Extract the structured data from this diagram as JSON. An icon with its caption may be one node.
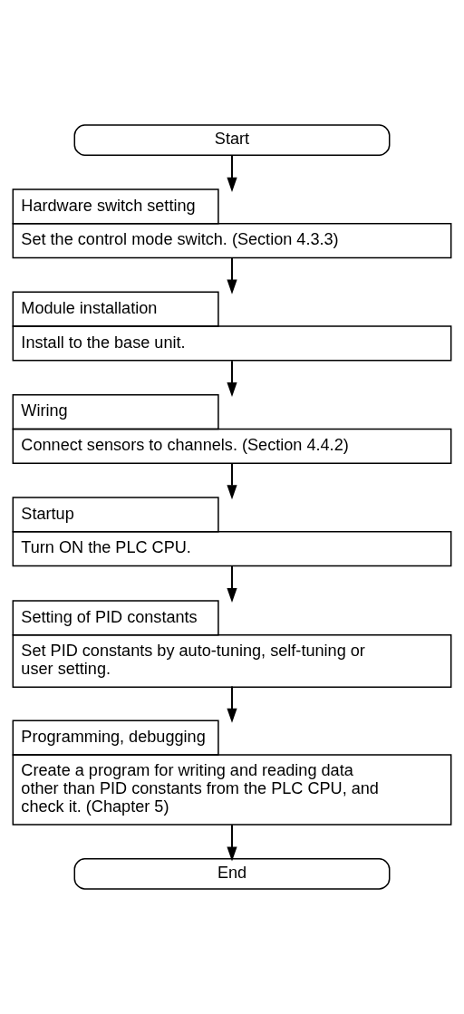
{
  "diagram": {
    "nodes": [
      {
        "text": [
          "Start"
        ]
      },
      {
        "text": [
          "Hardware switch setting",
          "Set the control mode switch. (Section 4.3.3)"
        ]
      },
      {
        "text": [
          "Module installation",
          "Install to the base unit."
        ]
      },
      {
        "text": [
          "Wiring",
          "Connect sensors to channels. (Section 4.4.2)"
        ]
      },
      {
        "text": [
          "Startup",
          "Turn ON the PLC CPU."
        ]
      },
      {
        "text": [
          "Setting of PID constants",
          "Set PID constants by auto-tuning, self-tuning or user setting."
        ]
      },
      {
        "text": [
          "Programming, debugging",
          "Create a program for writing and reading data other than PID constants from the PLC CPU, and check it. (Chapter 5)"
        ]
      },
      {
        "text": [
          "End"
        ]
      }
    ],
    "edges": [
      {
        "from": 0,
        "to": 1,
        "arrow": "to"
      },
      {
        "from": 1,
        "to": 2,
        "arrow": "to"
      },
      {
        "from": 2,
        "to": 3,
        "arrow": "to"
      },
      {
        "from": 3,
        "to": 4,
        "arrow": "to"
      },
      {
        "from": 4,
        "to": 5,
        "arrow": "to"
      },
      {
        "from": 5,
        "to": 6,
        "arrow": "to"
      },
      {
        "from": 6,
        "to": 7,
        "arrow": "to"
      }
    ]
  }
}
